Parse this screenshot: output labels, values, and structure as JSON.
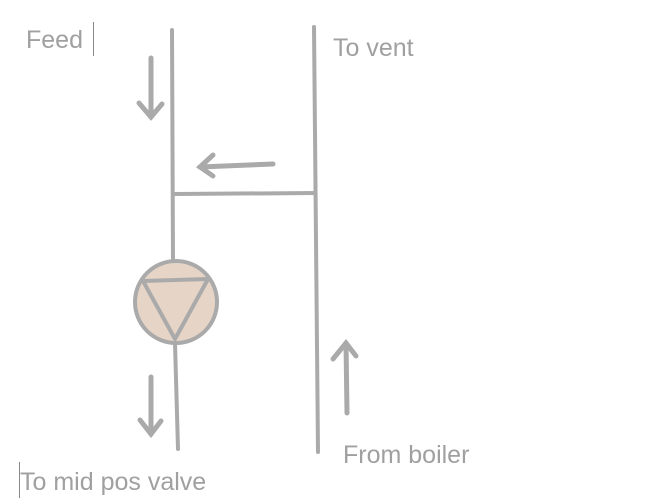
{
  "diagram": {
    "title": "",
    "colors": {
      "line": "#aaaaaa",
      "pump_fill": "#e6d5c6",
      "text": "#a0a0a0",
      "background": "#ffffff"
    },
    "labels": {
      "feed": "Feed",
      "to_vent": "To vent",
      "from_boiler": "From boiler",
      "to_mid_pos_valve": "To mid pos valve"
    },
    "components": [
      {
        "id": "feed-pipe",
        "type": "pipe",
        "orientation": "vertical"
      },
      {
        "id": "vent-pipe",
        "type": "pipe",
        "orientation": "vertical"
      },
      {
        "id": "cross-connection",
        "type": "pipe",
        "orientation": "horizontal"
      },
      {
        "id": "pump",
        "type": "pump-symbol",
        "icon": "pump-icon"
      }
    ],
    "flow_arrows": [
      {
        "id": "feed-in",
        "direction": "down"
      },
      {
        "id": "cross-flow",
        "direction": "left"
      },
      {
        "id": "boiler-up",
        "direction": "up"
      },
      {
        "id": "pump-out",
        "direction": "down"
      }
    ]
  }
}
